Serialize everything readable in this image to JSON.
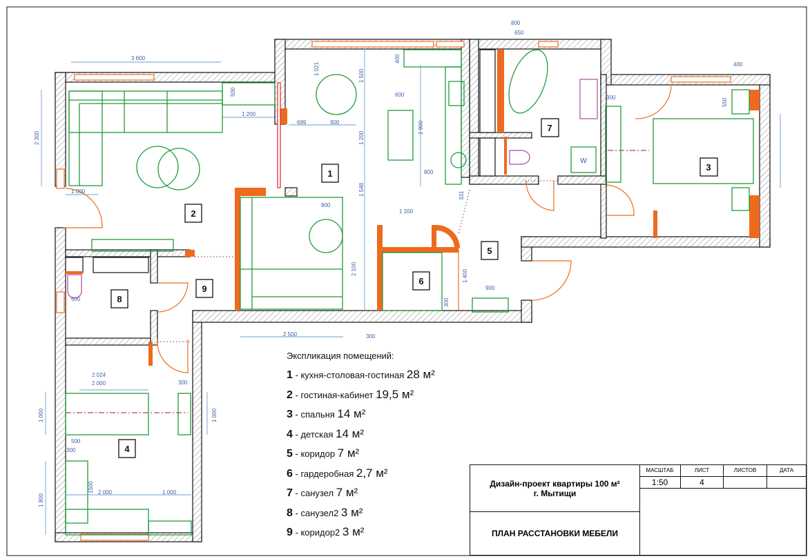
{
  "plan": {
    "rooms": [
      "1",
      "2",
      "3",
      "4",
      "5",
      "6",
      "7",
      "8",
      "9"
    ],
    "washer_label": "W",
    "dims": [
      "3 600",
      "2 300",
      "1 000",
      "500",
      "1 200",
      "699",
      "900",
      "1 021",
      "1 500",
      "1 200",
      "1 548",
      "600",
      "2 900",
      "800",
      "400",
      "331",
      "800",
      "1 200",
      "2 100",
      "1 400",
      "300",
      "900",
      "2 500",
      "300",
      "800",
      "650",
      "300",
      "550",
      "400",
      "2 024",
      "2 000",
      "300",
      "1 000",
      "1 000",
      "500",
      "300",
      "1 800",
      "1500",
      "2 000",
      "1 000",
      "500"
    ]
  },
  "legend": {
    "title": "Экспликация помещений:",
    "items": [
      {
        "num": "1",
        "name": " - кухня-столовая-гостиная ",
        "area": "28 м²"
      },
      {
        "num": "2",
        "name": " - гостиная-кабинет ",
        "area": "19,5 м²"
      },
      {
        "num": "3",
        "name": " - спальня ",
        "area": "14 м²"
      },
      {
        "num": "4",
        "name": " - детская ",
        "area": "14 м²"
      },
      {
        "num": "5",
        "name": " - коридор ",
        "area": "7 м²"
      },
      {
        "num": "6",
        "name": " - гардеробная ",
        "area": "2,7 м²"
      },
      {
        "num": "7",
        "name": " - санузел ",
        "area": "7 м²"
      },
      {
        "num": "8",
        "name": " - санузел2 ",
        "area": "3 м²"
      },
      {
        "num": "9",
        "name": " - коридор2 ",
        "area": "3 м²"
      }
    ]
  },
  "title_block": {
    "project_line1": "Дизайн-проект квартиры 100 м²",
    "project_line2": "г. Мытищи",
    "sheet_title": "ПЛАН РАССТАНОВКИ МЕБЕЛИ",
    "headers": [
      "МАСШТАБ",
      "ЛИСТ",
      "ЛИСТОВ",
      "ДАТА"
    ],
    "values": [
      "1:50",
      "4",
      "",
      ""
    ]
  }
}
